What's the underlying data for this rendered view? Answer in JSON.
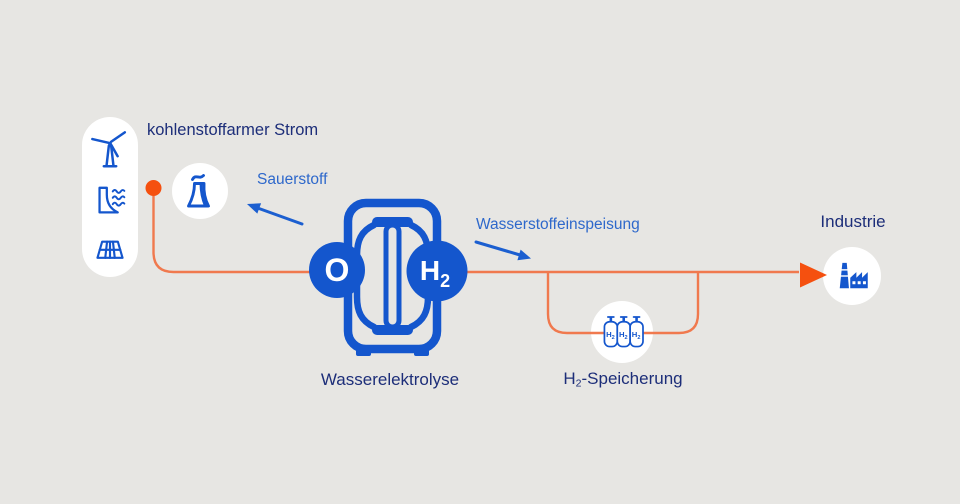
{
  "diagram": {
    "source": {
      "label": "kohlenstoffarmer Strom",
      "icons": [
        "wind-turbine",
        "hydro-dam",
        "solar-panel",
        "nuclear-cooling-tower"
      ]
    },
    "oxygen": {
      "label": "Sauerstoff"
    },
    "electrolyzer": {
      "label": "Wasserelektrolyse",
      "oxygen_symbol": "O",
      "hydrogen_symbol": "H",
      "hydrogen_sub": "2"
    },
    "feed_in": {
      "label": "Wasserstoffeinspeisung"
    },
    "storage": {
      "label_main": "H",
      "label_sub": "2",
      "label_rest": "-Speicherung",
      "cylinder_symbol": "H",
      "cylinder_sub": "2"
    },
    "industry": {
      "label": "Industrie"
    }
  },
  "colors": {
    "background": "#e7e6e3",
    "icon_blue": "#1456cd",
    "navy_text": "#1d2e79",
    "blue_text": "#2e68cb",
    "orange_accent": "#f5500f",
    "orange_line": "#f0794e",
    "shape_white": "#ffffff"
  }
}
